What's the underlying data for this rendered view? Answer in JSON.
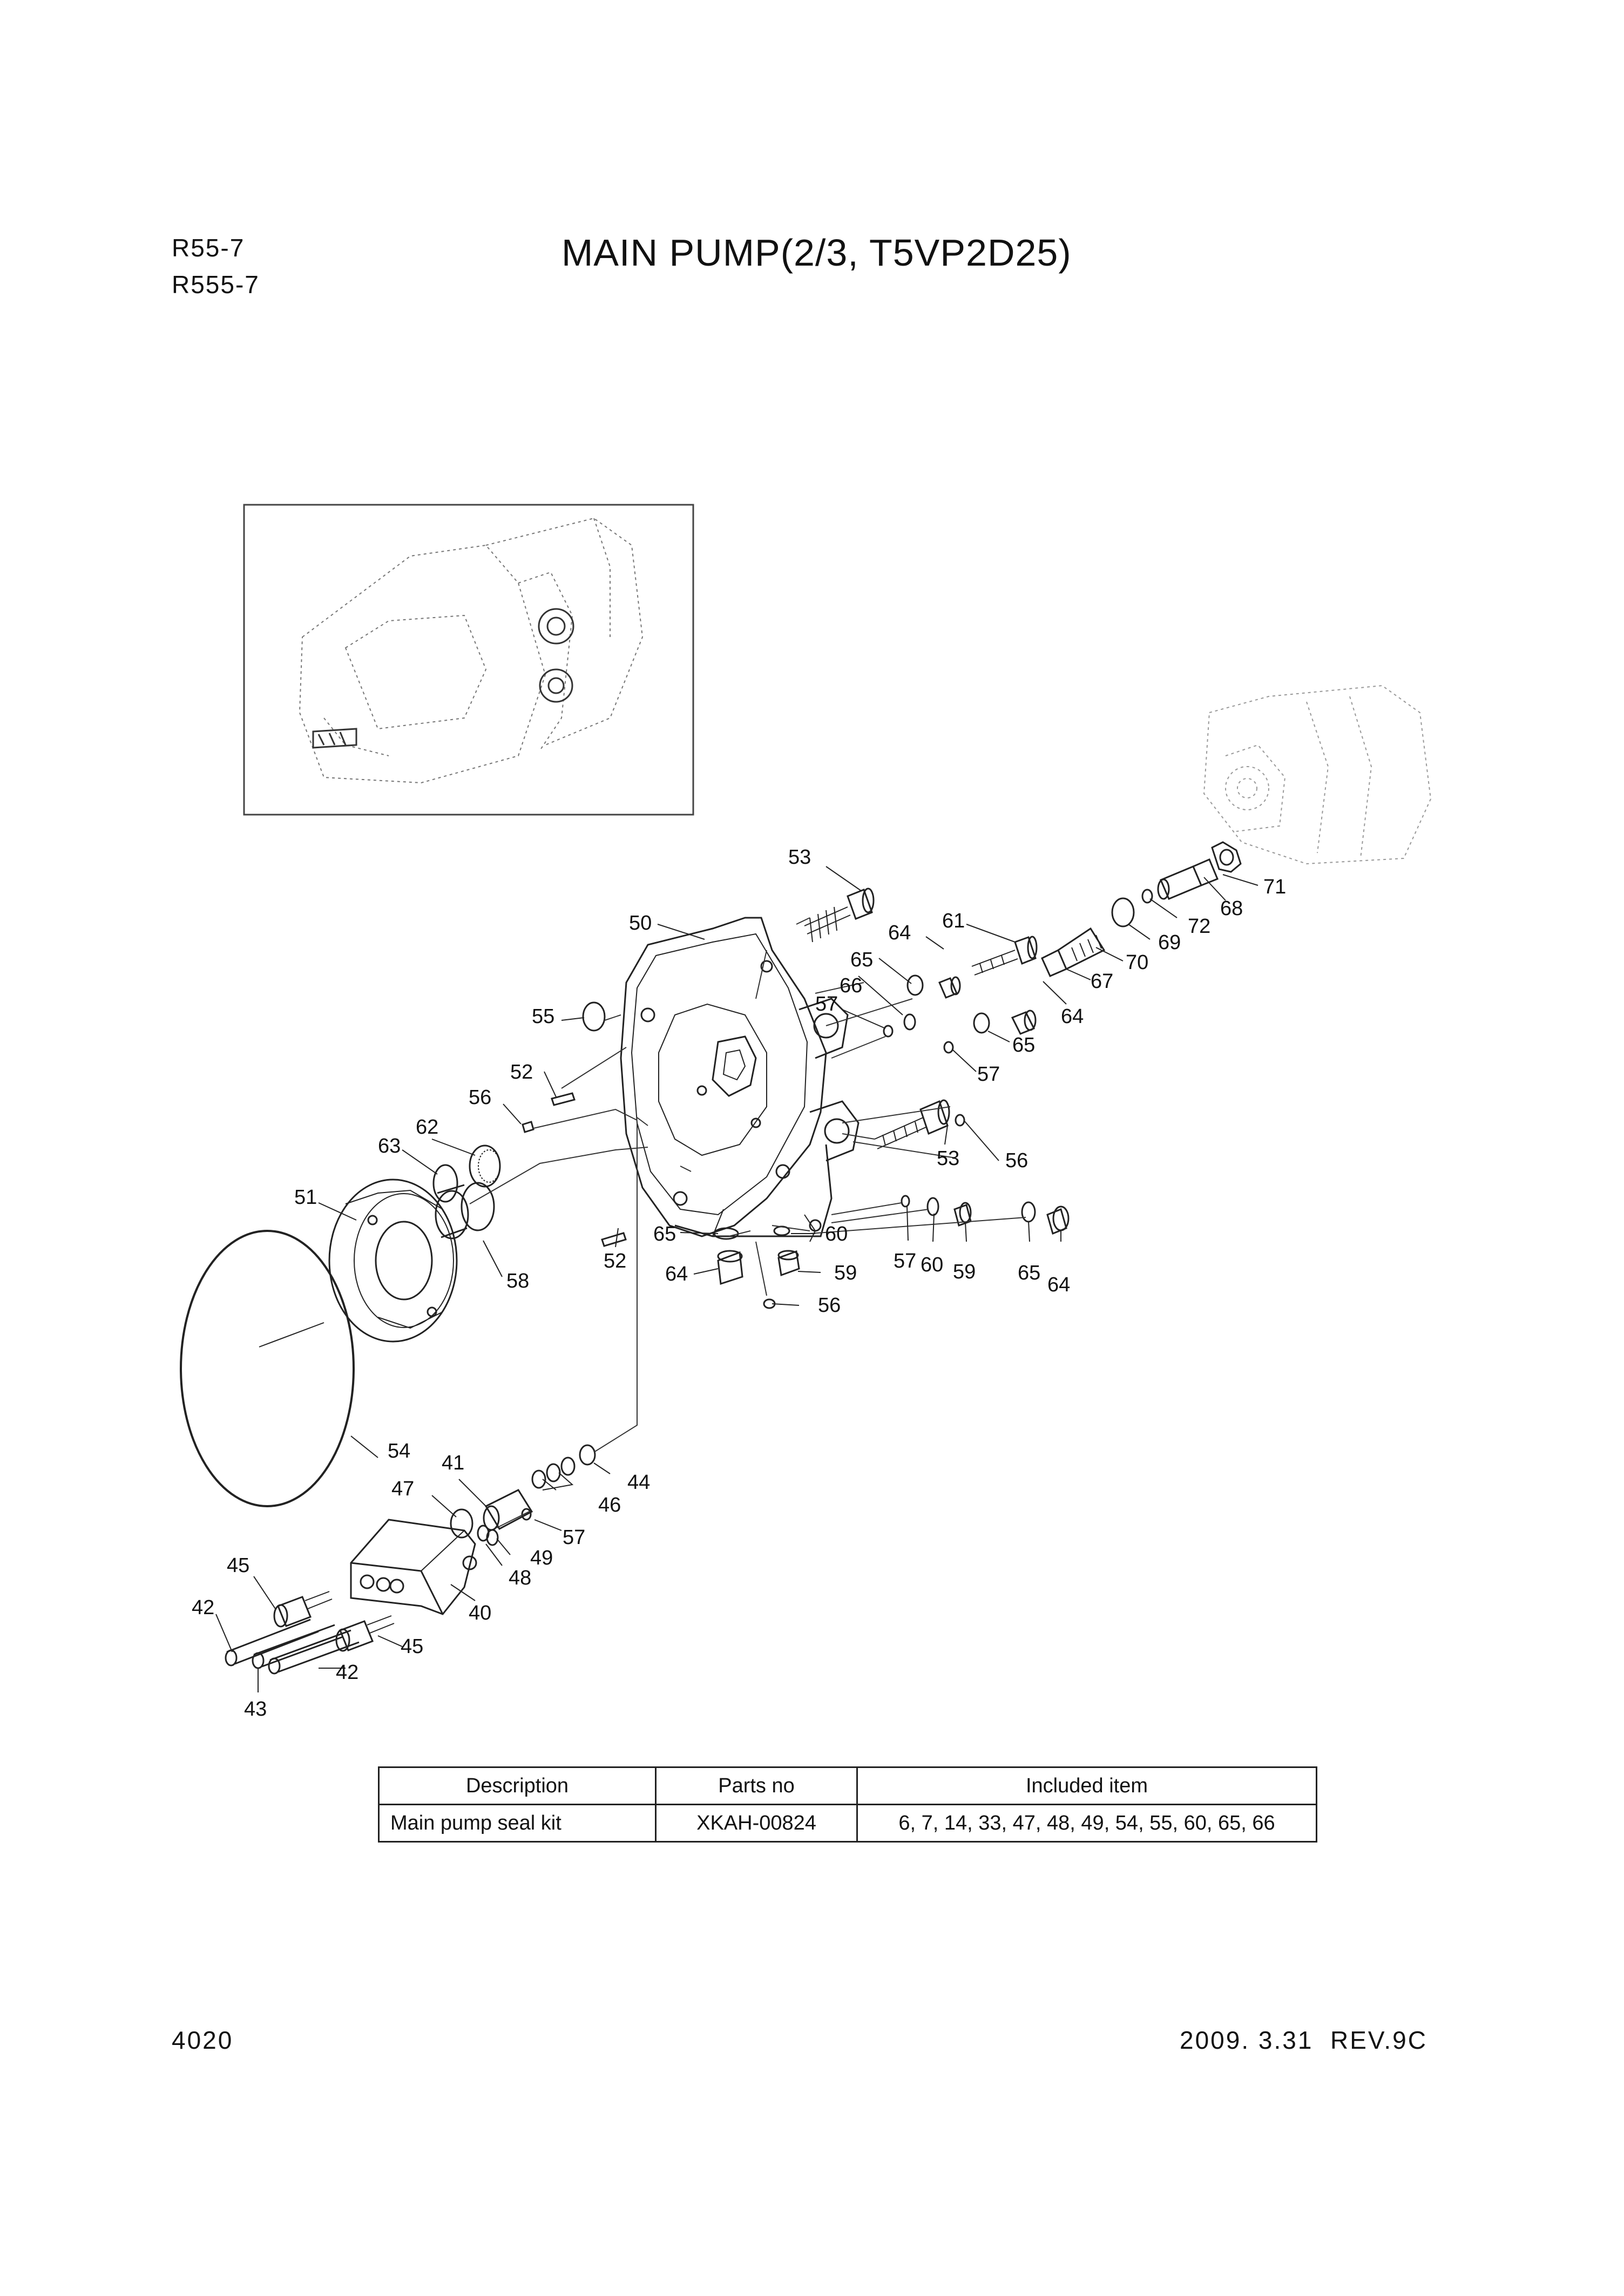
{
  "header": {
    "models": [
      "R55-7",
      "R555-7"
    ],
    "title": "MAIN PUMP(2/3, T5VP2D25)"
  },
  "callouts": {
    "c53a": "53",
    "c50": "50",
    "c64a": "64",
    "c61": "61",
    "c65a": "65",
    "c66": "66",
    "c57a": "57",
    "c55": "55",
    "c52a": "52",
    "c56a": "56",
    "c62": "62",
    "c63": "63",
    "c51": "51",
    "c58": "58",
    "c54": "54",
    "c71": "71",
    "c68": "68",
    "c72": "72",
    "c69": "69",
    "c70": "70",
    "c67": "67",
    "c64b": "64",
    "c65b": "65",
    "c57b": "57",
    "c53b": "53",
    "c56b": "56",
    "c52b": "52",
    "c65c": "65",
    "c60a": "60",
    "c64c": "64",
    "c59a": "59",
    "c56c": "56",
    "c57c": "57",
    "c60b": "60",
    "c59b": "59",
    "c65d": "65",
    "c64d": "64",
    "c41": "41",
    "c47": "47",
    "c46": "46",
    "c44": "44",
    "c57d": "57",
    "c49": "49",
    "c48": "48",
    "c45a": "45",
    "c40": "40",
    "c42a": "42",
    "c45b": "45",
    "c42b": "42",
    "c43": "43"
  },
  "parts_table": {
    "headers": [
      "Description",
      "Parts no",
      "Included item"
    ],
    "rows": [
      [
        "Main pump seal kit",
        "XKAH-00824",
        "6, 7, 14, 33, 47, 48, 49, 54, 55, 60, 65, 66"
      ]
    ]
  },
  "footer": {
    "page_number": "4020",
    "revision": "2009. 3.31  REV.9C"
  }
}
